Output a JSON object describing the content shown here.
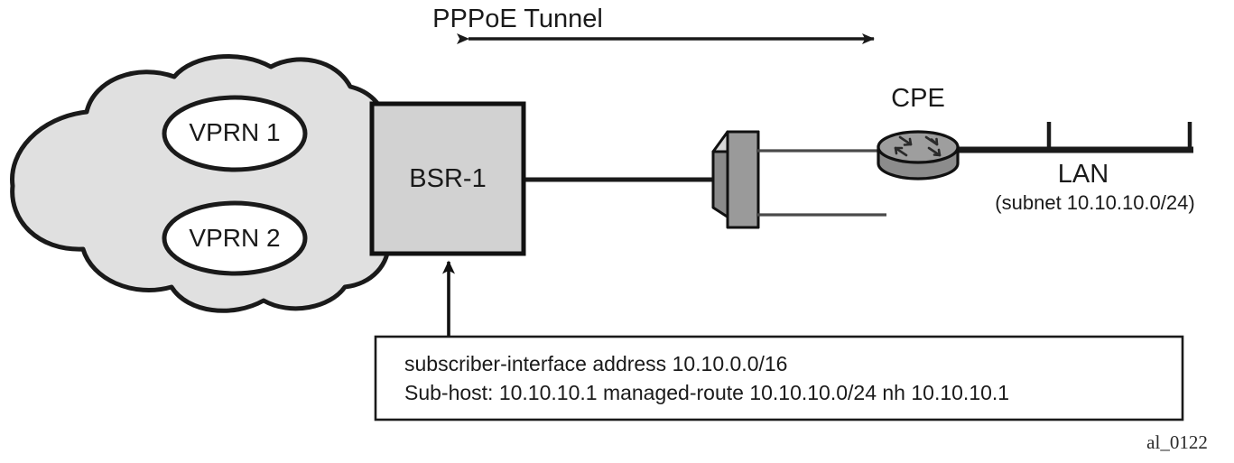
{
  "figure": {
    "id_label": "al_0122",
    "background_color": "#ffffff"
  },
  "tunnel": {
    "label": "PPPoE Tunnel",
    "arrow_style": "double-headed",
    "color": "#1a1a1a"
  },
  "network_cloud": {
    "name": "provider-cloud",
    "fill_color": "#e0e0e0",
    "stroke_color": "#1a1a1a",
    "vprn_nodes": [
      {
        "label": "VPRN 1",
        "fill_color": "#ffffff"
      },
      {
        "label": "VPRN 2",
        "fill_color": "#ffffff"
      }
    ]
  },
  "nodes": {
    "bsr": {
      "label": "BSR-1",
      "fill_color": "#d2d2d2",
      "stroke_color": "#111111"
    },
    "dslam": {
      "label": "",
      "icon": "dslam-wedge-icon",
      "front_color": "#9a9a9a",
      "side_color": "#8a8a8a",
      "top_color": "#d8d8d8"
    },
    "cpe": {
      "label": "CPE",
      "icon": "router-icon",
      "body_color": "#8c8c8c",
      "top_color": "#9e9e9e"
    }
  },
  "lan": {
    "label": "LAN",
    "subnet_label": "(subnet 10.10.10.0/24)",
    "bus_color": "#1a1a1a",
    "host_stub_count": 2
  },
  "note_box": {
    "line_1": "subscriber-interface address 10.10.0.0/16",
    "line_2": "Sub-host: 10.10.10.1 managed-route 10.10.10.0/24 nh 10.10.10.1",
    "fill_color": "#ffffff",
    "stroke_color": "#1a1a1a",
    "pointer": "arrow-up-to-bsr"
  }
}
